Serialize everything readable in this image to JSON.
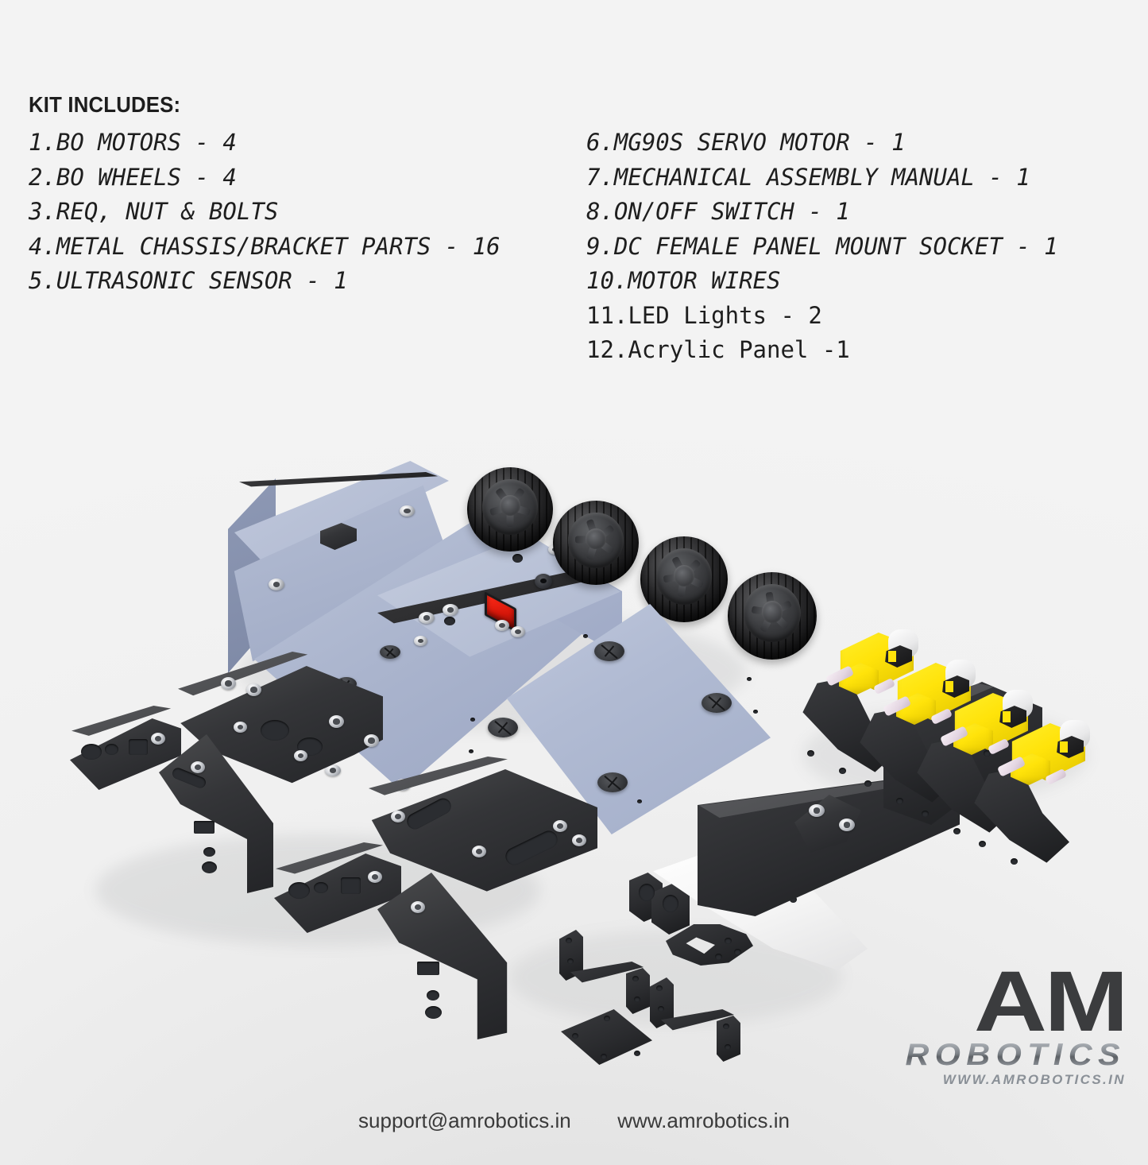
{
  "heading": "KIT INCLUDES:",
  "kit_list": {
    "left_column": [
      {
        "num": "1.",
        "text": "BO MOTORS - 4",
        "italic": true
      },
      {
        "num": "2.",
        "text": "BO WHEELS - 4",
        "italic": true
      },
      {
        "num": "3.",
        "text": "REQ, NUT & BOLTS",
        "italic": true
      },
      {
        "num": "4.",
        "text": "METAL CHASSIS/BRACKET PARTS - 16",
        "italic": true
      },
      {
        "num": "5.",
        "text": "ULTRASONIC SENSOR - 1",
        "italic": true
      }
    ],
    "right_column": [
      {
        "num": "6.",
        "text": "MG90S SERVO MOTOR - 1",
        "italic": true
      },
      {
        "num": "7.",
        "text": "MECHANICAL ASSEMBLY MANUAL - 1",
        "italic": true
      },
      {
        "num": "8.",
        "text": "ON/OFF SWITCH - 1",
        "italic": true
      },
      {
        "num": "9.",
        "text": "DC FEMALE PANEL MOUNT SOCKET - 1",
        "italic": true
      },
      {
        "num": "10.",
        "text": "MOTOR WIRES",
        "italic": true
      },
      {
        "num": "11.",
        "text": "LED Lights - 2",
        "italic": false
      },
      {
        "num": "12.",
        "text": "Acrylic Panel -1",
        "italic": false
      }
    ]
  },
  "logo": {
    "mark": "AM",
    "wordmark": "ROBOTICS",
    "url": "WWW.AMROBOTICS.IN"
  },
  "footer": {
    "email": "support@amrobotics.in",
    "website": "www.amrobotics.in"
  },
  "product_render": {
    "description": "Exploded view photo render of a 4-wheel robot car chassis kit laid out on a light gray studio background",
    "components": [
      {
        "name": "bo-wheel",
        "count": 4,
        "color": "#1a1a1c"
      },
      {
        "name": "blue-metal-chassis",
        "count": 1,
        "color": "#a9b3cc"
      },
      {
        "name": "acrylic-panel",
        "count": 1,
        "color": "#aeb9d2"
      },
      {
        "name": "bo-motor",
        "count": 4,
        "color": "#ffe30a"
      },
      {
        "name": "motor-mount-bracket",
        "count": 4,
        "color": "#2a2b2e"
      },
      {
        "name": "black-chassis-bracket",
        "count": 4,
        "color": "#2a2b2e"
      },
      {
        "name": "black-c-channel-rail",
        "count": 2,
        "color": "#2a2b2e"
      },
      {
        "name": "u-channel-bracket",
        "count": 2,
        "color": "#2a2b2e"
      },
      {
        "name": "ultrasonic-sensor-bracket",
        "count": 1,
        "color": "#2a2b2e"
      },
      {
        "name": "servo-mount-plate",
        "count": 1,
        "color": "#2a2b2e"
      },
      {
        "name": "flat-mounting-plate",
        "count": 1,
        "color": "#2a2b2e"
      },
      {
        "name": "white-curved-panel",
        "count": 1,
        "color": "#ffffff"
      },
      {
        "name": "rocker-switch",
        "count": 1,
        "color": "#d6170a"
      },
      {
        "name": "dc-panel-socket",
        "count": 1,
        "color": "#33353a"
      },
      {
        "name": "nuts-and-bolts",
        "count": 16,
        "color": "#d6d8dc"
      }
    ]
  },
  "colors": {
    "background": "#f1f1f1",
    "text": "#1e1e1e",
    "chassis_blue": "#a9b3cc",
    "motor_yellow": "#ffe30a",
    "switch_red": "#d6170a",
    "logo_dark": "#3b3c3e",
    "logo_silver": "#8e9398"
  }
}
